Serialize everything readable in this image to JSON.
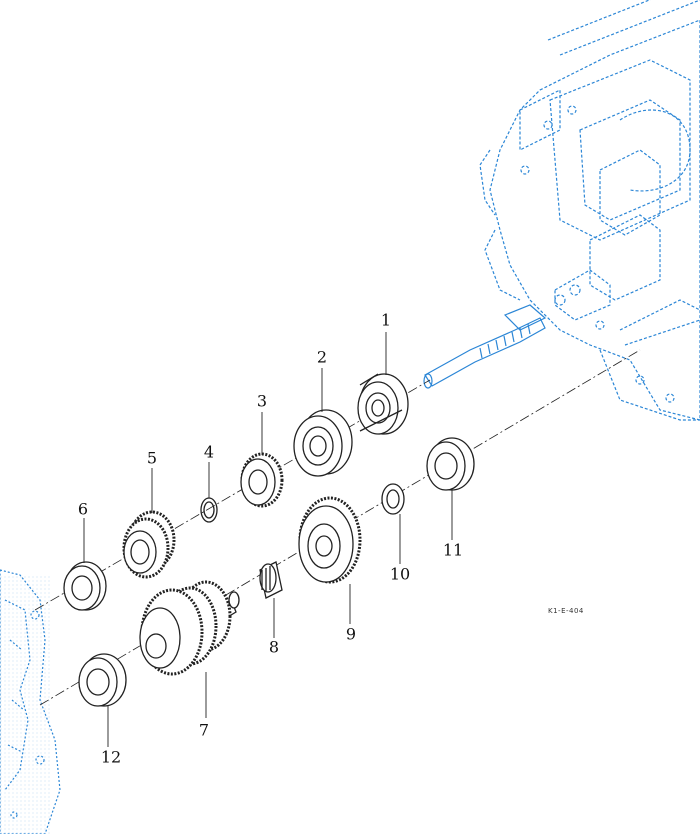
{
  "diagram": {
    "drawing_code": "K1-E-404",
    "callouts": [
      "1",
      "2",
      "3",
      "4",
      "5",
      "6",
      "7",
      "8",
      "9",
      "10",
      "11",
      "12"
    ]
  },
  "colors": {
    "housing_outline": "#2b86d6",
    "parts_line": "#222222",
    "background": "#ffffff"
  }
}
